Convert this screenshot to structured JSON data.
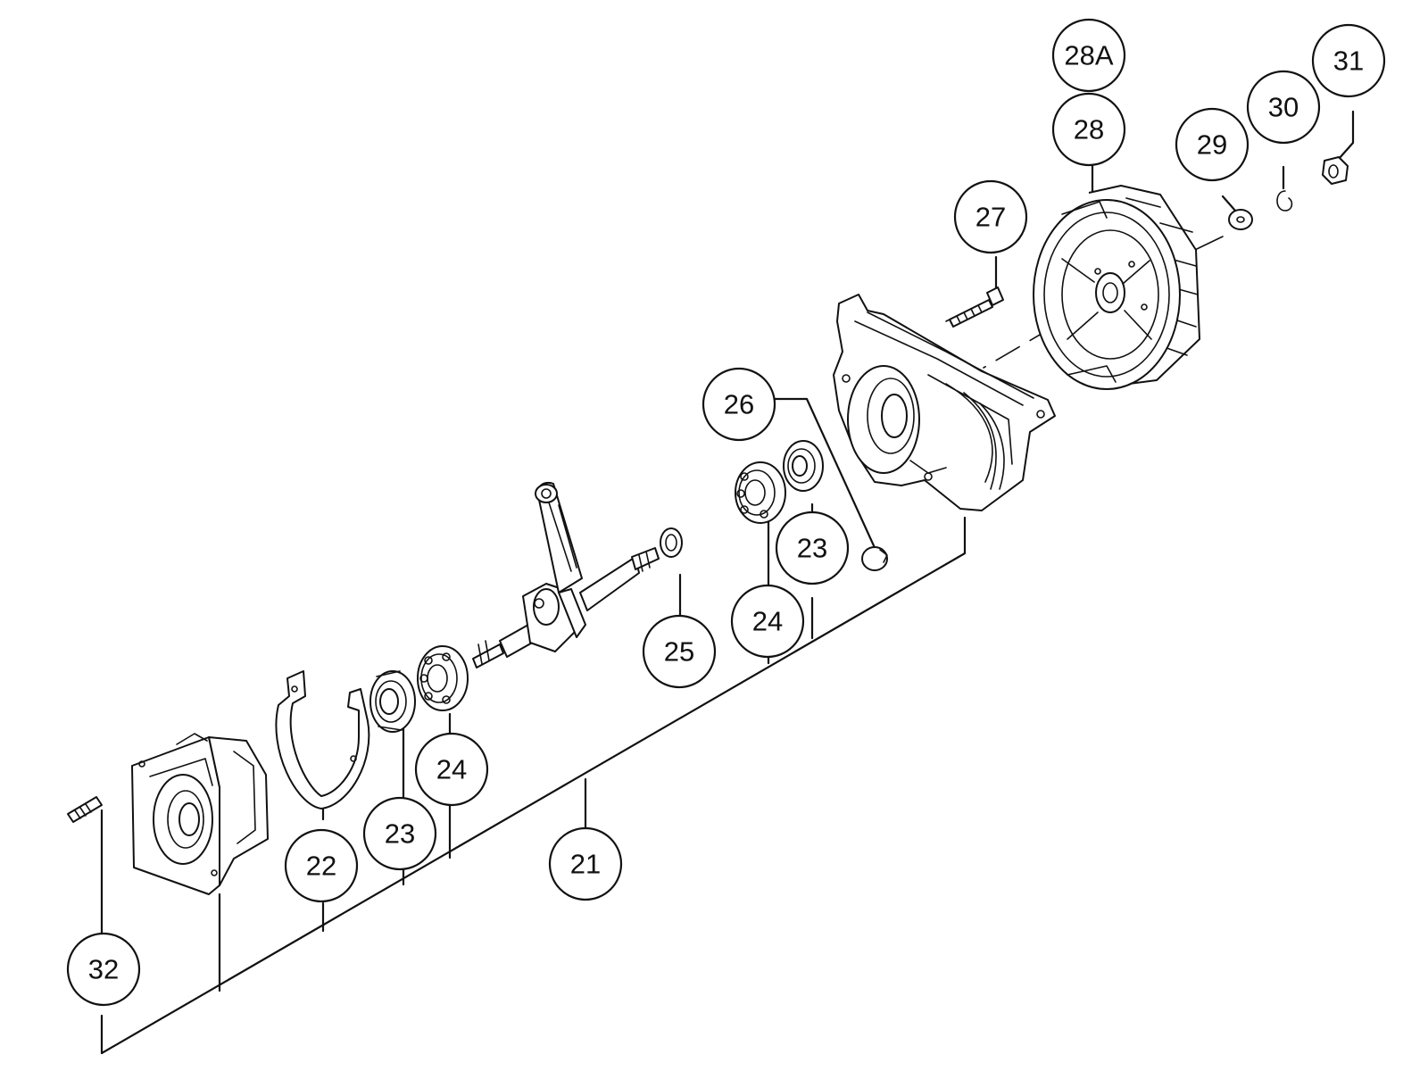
{
  "callouts": {
    "c21": "21",
    "c22": "22",
    "c23a": "23",
    "c23b": "23",
    "c24a": "24",
    "c24b": "24",
    "c25": "25",
    "c26": "26",
    "c27": "27",
    "c28": "28",
    "c28a": "28A",
    "c29": "29",
    "c30": "30",
    "c31": "31",
    "c32": "32"
  }
}
